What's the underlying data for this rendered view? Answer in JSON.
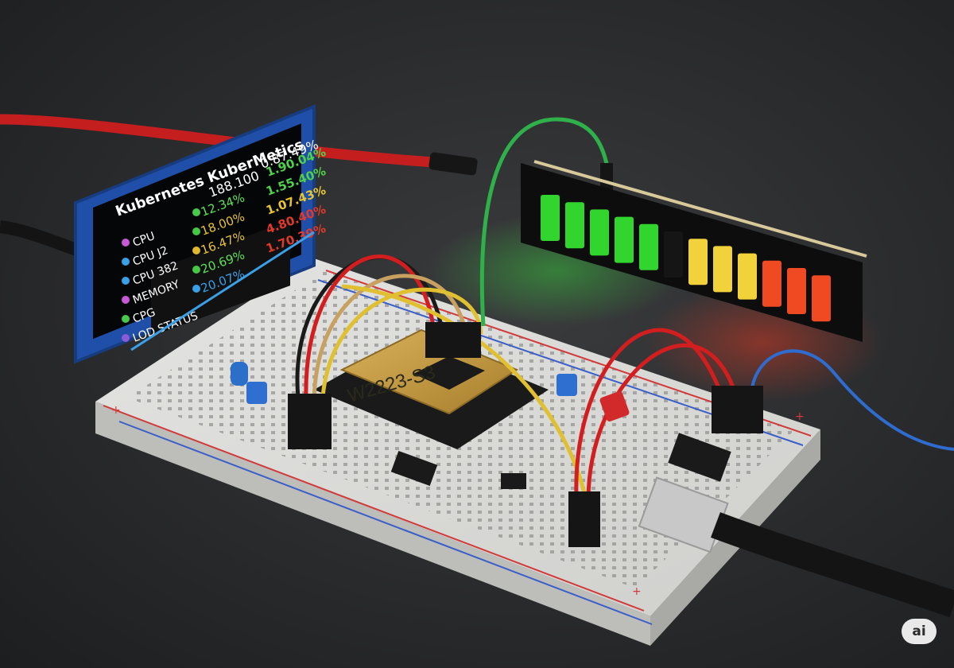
{
  "display": {
    "title": "Kubernetes KuberMetics",
    "header_value": "188.100",
    "items": [
      {
        "label": "CPU",
        "dot": "#c85ad8",
        "value": "12.34%",
        "value_color": "#5fe05a",
        "dot2": "#47c94a",
        "pct": "1.90.04%",
        "pct_color": "#4fd24a"
      },
      {
        "label": "CPU J2",
        "dot": "#3aa0e8",
        "value": "18.00%",
        "value_color": "#e8c530",
        "dot2": "#45c845",
        "pct": "1.55.40%",
        "pct_color": "#4fd24a"
      },
      {
        "label": "CPU 382",
        "dot": "#3aa0e8",
        "value": "16.47%",
        "value_color": "#e8c530",
        "dot2": "#e0b830",
        "pct": "1.07.43%",
        "pct_color": "#e8c530"
      },
      {
        "label": "MEMORY",
        "dot": "#c85ad8",
        "value": "20.69%",
        "value_color": "#5fe05a",
        "dot2": "#45c845",
        "pct": "4.80.40%",
        "pct_color": "#e23a2a"
      },
      {
        "label": "CPG",
        "dot": "#47c94a",
        "value": "20.07%",
        "value_color": "#3aa0e8",
        "dot2": "#3aa0e8",
        "pct": "1.70.39%",
        "pct_color": "#e23a2a"
      },
      {
        "label": "LOD STATUS",
        "dot": "#8a5ad8",
        "value": "",
        "value_color": "#ffffff",
        "dot2": "",
        "pct": "",
        "pct_color": "#ffffff"
      }
    ],
    "top_pct": "0.87.49%"
  },
  "board": {
    "module_label": "W2223-S3"
  },
  "bargraph": {
    "segments": [
      "#32d42e",
      "#32d42e",
      "#32d42e",
      "#32d42e",
      "#32d42e",
      "#151515",
      "#f2d23a",
      "#f2d23a",
      "#f2d23a",
      "#f04a22",
      "#f04a22",
      "#f04a22"
    ]
  },
  "watermark": {
    "label": "ai"
  }
}
